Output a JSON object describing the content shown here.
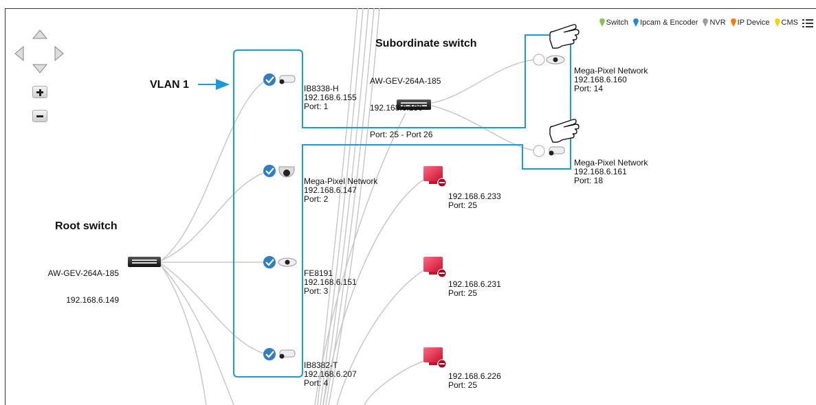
{
  "legend": {
    "items": [
      {
        "label": "Switch",
        "color": "#8bc34a"
      },
      {
        "label": "Ipcam & Encoder",
        "color": "#1e88e5"
      },
      {
        "label": "NVR",
        "color": "#9e9e9e"
      },
      {
        "label": "IP Device",
        "color": "#f57c00"
      },
      {
        "label": "CMS",
        "color": "#f2d600"
      }
    ]
  },
  "colors": {
    "vlan_box": "#1a9ad6",
    "link": "#c8c8c8",
    "check": "#2f7fc1",
    "offline_device": "#d81b3c"
  },
  "root_switch": {
    "heading": "Root switch",
    "model": "AW-GEV-264A-185",
    "ip": "192.168.6.149"
  },
  "subordinate_switch": {
    "heading": "Subordinate switch",
    "model": "AW-GEV-264A-185",
    "ip": "192.168.6.130",
    "ports": "Port: 25 - Port 26"
  },
  "vlan": {
    "label": "VLAN 1"
  },
  "vlan_devices": [
    {
      "name": "IB8338-H",
      "ip": "192.168.6.155",
      "port": "Port: 1",
      "icon": "bullet-camera-icon"
    },
    {
      "name": "Mega-Pixel Network",
      "ip": "192.168.6.147",
      "port": "Port: 2",
      "icon": "dome-camera-icon"
    },
    {
      "name": "FE8191",
      "ip": "192.168.6.151",
      "port": "Port: 3",
      "icon": "fisheye-camera-icon"
    },
    {
      "name": "IB8382-T",
      "ip": "192.168.6.207",
      "port": "Port: 4",
      "icon": "bullet-camera-icon"
    }
  ],
  "sub_devices": [
    {
      "name": "Mega-Pixel Network",
      "ip": "192.168.6.160",
      "port": "Port: 14",
      "icon": "fisheye-camera-icon"
    },
    {
      "name": "Mega-Pixel Network",
      "ip": "192.168.6.161",
      "port": "Port: 18",
      "icon": "bullet-camera-icon"
    }
  ],
  "pc_devices": [
    {
      "ip": "192.168.6.233",
      "port": "Port: 25"
    },
    {
      "ip": "192.168.6.231",
      "port": "Port: 25"
    },
    {
      "ip": "192.168.6.226",
      "port": "Port: 25"
    }
  ]
}
